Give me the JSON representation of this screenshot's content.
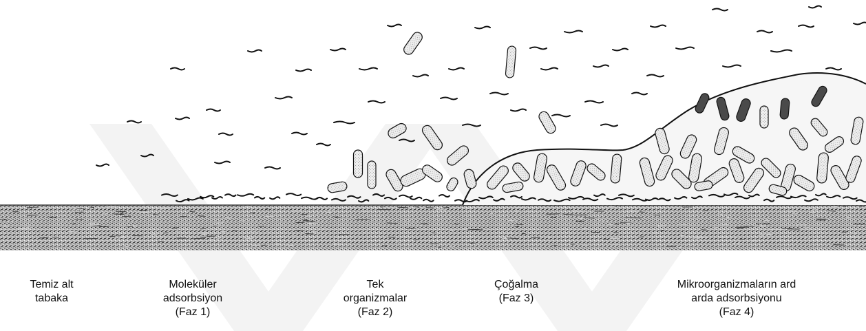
{
  "colors": {
    "background": "#ffffff",
    "ink": "#111111",
    "substrate_dark": "#3d3d3d",
    "substrate_light": "#cfcfcf",
    "watermark": "#f3f3f3",
    "cell_fill": "#e2e2e2",
    "cell_dark_fill": "#4a4a4a"
  },
  "stages": [
    {
      "label": "Temiz alt\ntabaka"
    },
    {
      "label": "Moleküler\nadsorbsiyon\n(Faz 1)"
    },
    {
      "label": "Tek\norganizmalar\n(Faz 2)"
    },
    {
      "label": "Çoğalma\n(Faz 3)"
    },
    {
      "label": "Mikroorganizmaların ard\narda adsorbsiyonu\n(Faz 4)"
    }
  ],
  "icons": {
    "substrate": "stippled-substrate-band",
    "molecule": "short-curved-stroke",
    "cell": "rod-shaped-bacterium",
    "biofilm": "biofilm-envelope-outline",
    "watermark": "faint-chevron-watermark"
  }
}
